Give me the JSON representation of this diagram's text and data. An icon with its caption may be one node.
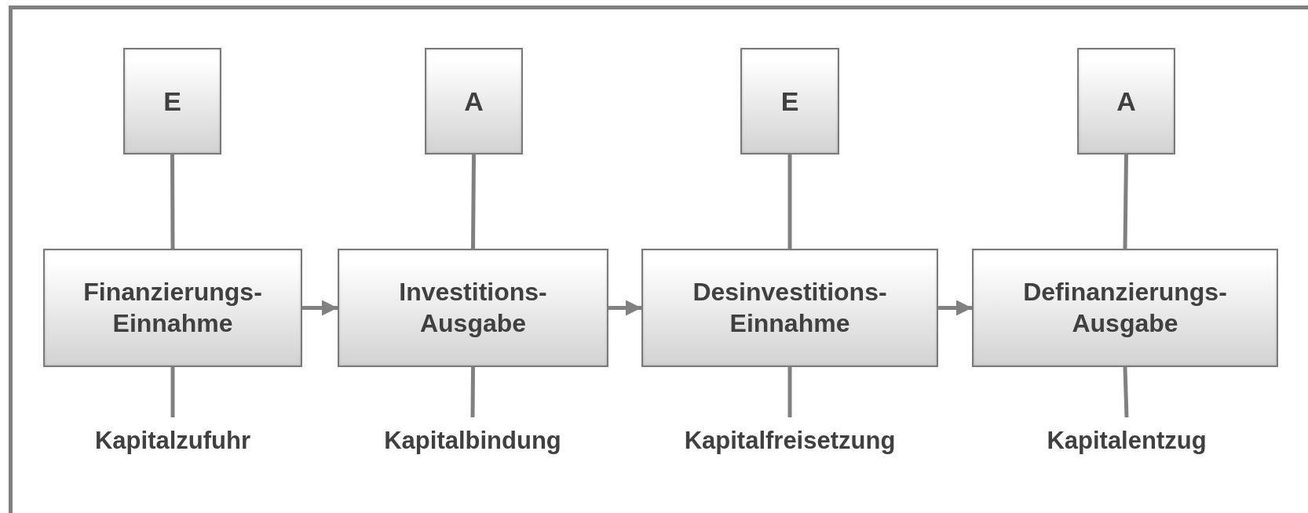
{
  "diagram": {
    "nodes": [
      {
        "text": [
          "E"
        ]
      },
      {
        "text": [
          "A"
        ]
      },
      {
        "text": [
          "E"
        ]
      },
      {
        "text": [
          "A"
        ]
      },
      {
        "text": [
          "Finanzierungs- Einnahme"
        ]
      },
      {
        "text": [
          "Investitions- Ausgabe"
        ]
      },
      {
        "text": [
          "Desinvestitions- Einnahme"
        ]
      },
      {
        "text": [
          "Definanzierungs- Ausgabe"
        ]
      },
      {
        "text": [
          "Kapitalzufuhr"
        ]
      },
      {
        "text": [
          "Kapitalbindung"
        ]
      },
      {
        "text": [
          "Kapitalfreisetzung"
        ]
      },
      {
        "text": [
          "Kapitalentzug"
        ]
      }
    ],
    "edges": [
      {
        "from": 0,
        "to": 4,
        "arrow": "none"
      },
      {
        "from": 1,
        "to": 5,
        "arrow": "none"
      },
      {
        "from": 2,
        "to": 6,
        "arrow": "none"
      },
      {
        "from": 3,
        "to": 7,
        "arrow": "none"
      },
      {
        "from": 4,
        "to": 5,
        "arrow": "to"
      },
      {
        "from": 5,
        "to": 6,
        "arrow": "to"
      },
      {
        "from": 6,
        "to": 7,
        "arrow": "to"
      },
      {
        "from": 4,
        "to": 8,
        "arrow": "none"
      },
      {
        "from": 5,
        "to": 9,
        "arrow": "none"
      },
      {
        "from": 6,
        "to": 10,
        "arrow": "none"
      },
      {
        "from": 7,
        "to": 11,
        "arrow": "none"
      }
    ]
  }
}
